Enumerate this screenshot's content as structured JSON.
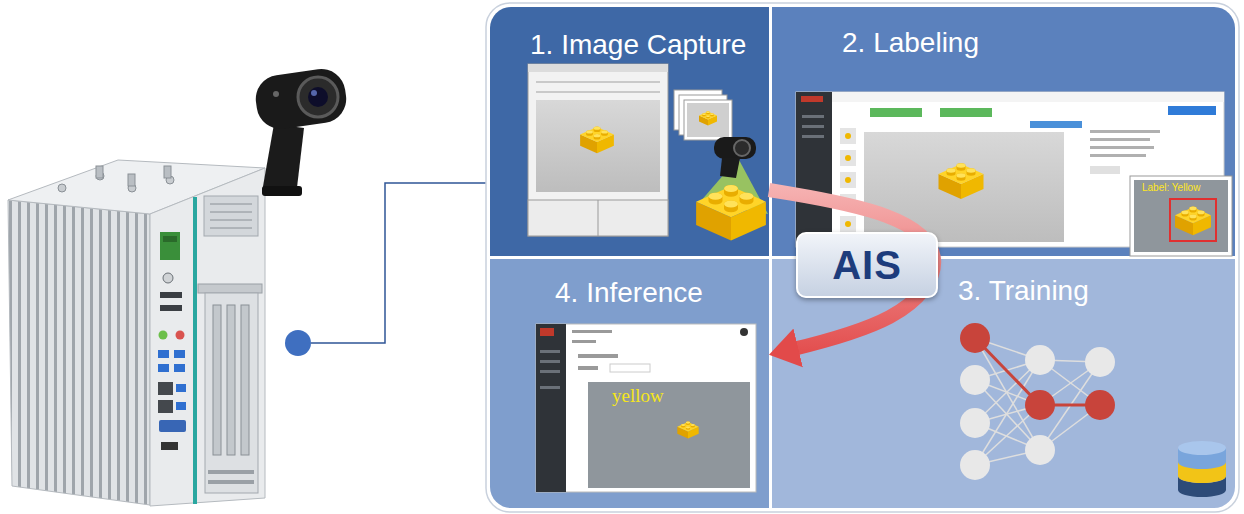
{
  "diagram": {
    "nodes": [
      {
        "text": [
          "1. Image Capture"
        ]
      },
      {
        "text": [
          "2. Labeling"
        ]
      },
      {
        "text": [
          "4. Inference"
        ]
      },
      {
        "text": [
          "3. Training"
        ]
      },
      {
        "text": [
          "AIS"
        ]
      }
    ],
    "edges": [
      {
        "from": 0,
        "to": 2,
        "arrow": "to"
      }
    ],
    "labels": [
      "Label: Yellow",
      "yellow"
    ]
  }
}
